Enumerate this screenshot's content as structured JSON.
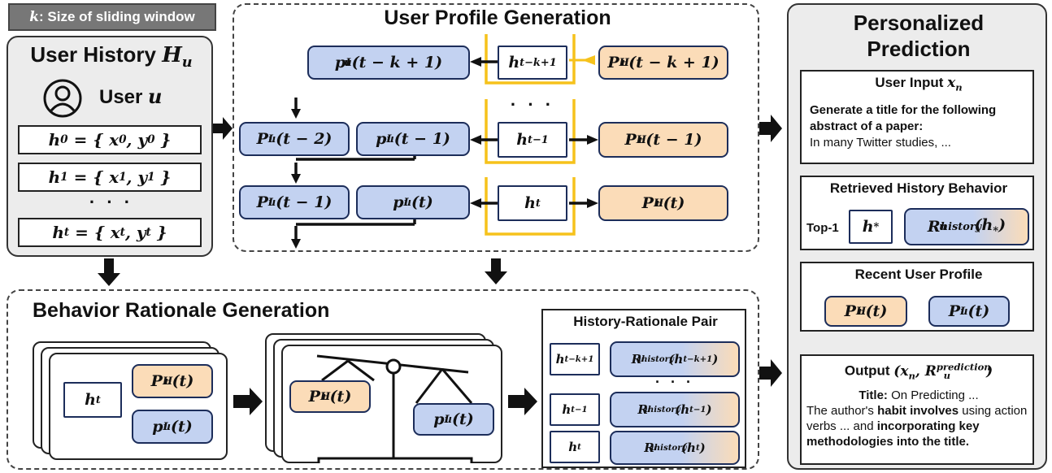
{
  "window_label": {
    "k": "k",
    "text": ": Size of sliding window"
  },
  "user_history": {
    "title": "User History",
    "symbol_main": "H",
    "symbol_sub": "u",
    "user_label": "User",
    "user_var": "u",
    "items": [
      {
        "h": "h",
        "idx": "0",
        "x": "x",
        "y": "y"
      },
      {
        "h": "h",
        "idx": "1",
        "x": "x",
        "y": "y"
      },
      {
        "h": "h",
        "idx": "t",
        "x": "x",
        "y": "y"
      }
    ],
    "dots": "· · ·"
  },
  "profile_gen": {
    "title": "User Profile Generation",
    "rows": [
      {
        "left": "",
        "mid": "p",
        "mid_sup": "I",
        "mid_sub": "u",
        "mid_arg": "(t − k + 1)",
        "h_sub": "t−k+1",
        "right_sup": "H",
        "right_arg": "(t − k + 1)"
      },
      {
        "left": "P",
        "left_sup": "I",
        "left_arg": "(t − 2)",
        "mid": "p",
        "mid_sup": "I",
        "mid_sub": "u",
        "mid_arg": "(t − 1)",
        "h_sub": "t−1",
        "right_sup": "H",
        "right_arg": "(t − 1)"
      },
      {
        "left": "P",
        "left_sup": "I",
        "left_arg": "(t − 1)",
        "mid": "p",
        "mid_sup": "I",
        "mid_sub": "u",
        "mid_arg": "(t)",
        "h_sub": "t",
        "right_sup": "H",
        "right_arg": "(t)"
      }
    ],
    "dots": "· · ·"
  },
  "rationale_gen": {
    "title": "Behavior Rationale Generation",
    "h_label": "h",
    "h_sub": "t",
    "pair_title": "History-Rationale Pair",
    "pairs": [
      {
        "h_sub": "t−k+1",
        "arg": "(h",
        "arg_sub": "t−k+1",
        "arg_end": ")"
      },
      {
        "h_sub": "t−1",
        "arg": "(h",
        "arg_sub": "t−1",
        "arg_end": ")"
      },
      {
        "h_sub": "t",
        "arg": "(h",
        "arg_sub": "t",
        "arg_end": ")"
      }
    ],
    "rationale_sup": "history",
    "dots": "· · ·"
  },
  "prediction": {
    "title": "Personalized Prediction",
    "user_input_title": "User Input",
    "user_input_var": "x",
    "user_input_sub": "n",
    "prompt_bold": "Generate a title for the following abstract of a paper:",
    "prompt_text": "In many Twitter studies, ...",
    "retrieved_title": "Retrieved History Behavior",
    "top1": "Top-1",
    "recent_title": "Recent User Profile",
    "output_title": "Output",
    "output_sup": "prediction",
    "output_title_label": "Title:",
    "output_title_text": "On Predicting ...",
    "output_t1": "The author's ",
    "output_b1": "habit involves",
    "output_t2": " using action verbs ... and ",
    "output_b2": "incorporating key methodologies into the title."
  },
  "colors": {
    "blue": "#c3d2f1",
    "orange": "#fbdcb8",
    "yellow_arrow": "#f6c21b",
    "gray_panel": "#ececec"
  }
}
